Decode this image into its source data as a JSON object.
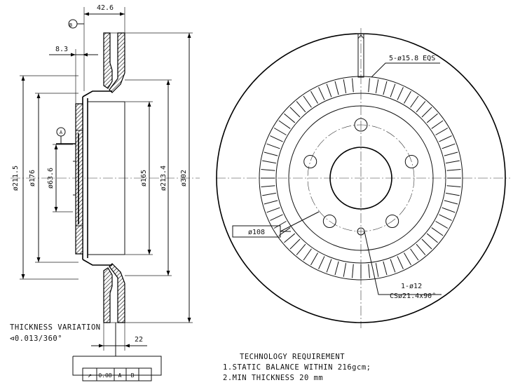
{
  "dimensions": {
    "hat_offset": "42.6",
    "flange_thickness": "8.3",
    "d_211_5": "ø211.5",
    "d_176": "ø176",
    "d_63_6": "ø63.6",
    "d_165": "ø165",
    "d_213_4": "ø213.4",
    "d_302": "ø302",
    "disc_thickness": "22",
    "bolt_holes": "5-ø15.8 EQS",
    "pcd": "ø108",
    "hole_1": "1-ø12",
    "hole_1_cs": "CSø21.4x90°"
  },
  "datums": {
    "a": "A",
    "b": "B"
  },
  "tolerance_frame": {
    "symbol": "↗",
    "value": "0.08",
    "datum_1": "A",
    "datum_2": "B"
  },
  "thickness_variation": {
    "title": "THICKNESS VARIATION",
    "value": "⊲0.013/360°"
  },
  "tech_requirements": {
    "title": "TECHNOLOGY REQUIREMENT",
    "line1": "1.STATIC BALANCE WITHIN 216gcm;",
    "line2": "2.MIN THICKNESS 20 mm"
  }
}
